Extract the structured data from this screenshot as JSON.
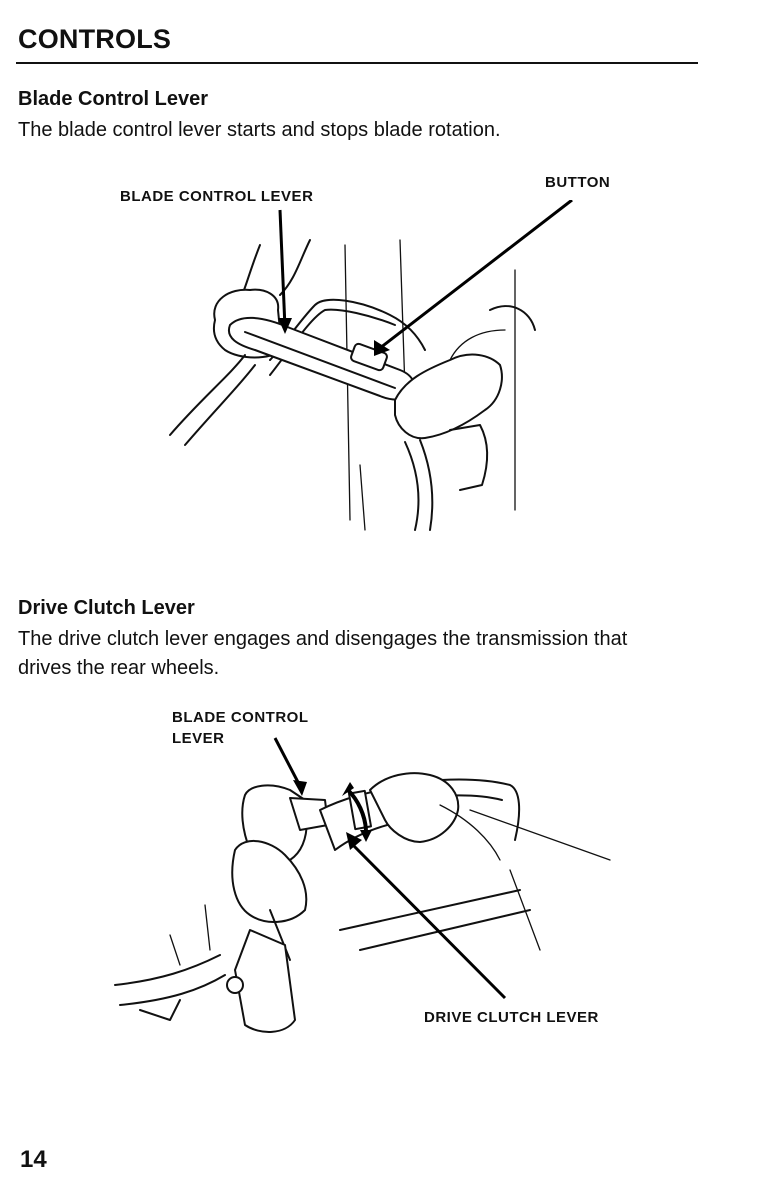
{
  "page": {
    "title": "CONTROLS",
    "page_number": "14"
  },
  "sections": [
    {
      "heading": "Blade Control Lever",
      "body": "The blade control lever starts and stops blade rotation.",
      "figure": {
        "callouts": [
          "BLADE CONTROL LEVER",
          "BUTTON"
        ]
      }
    },
    {
      "heading": "Drive Clutch Lever",
      "body_line1": "The drive clutch lever engages and disengages the transmission that",
      "body_line2": "drives the rear wheels.",
      "figure": {
        "callouts": [
          "BLADE CONTROL",
          "LEVER",
          "DRIVE CLUTCH LEVER"
        ]
      }
    }
  ]
}
